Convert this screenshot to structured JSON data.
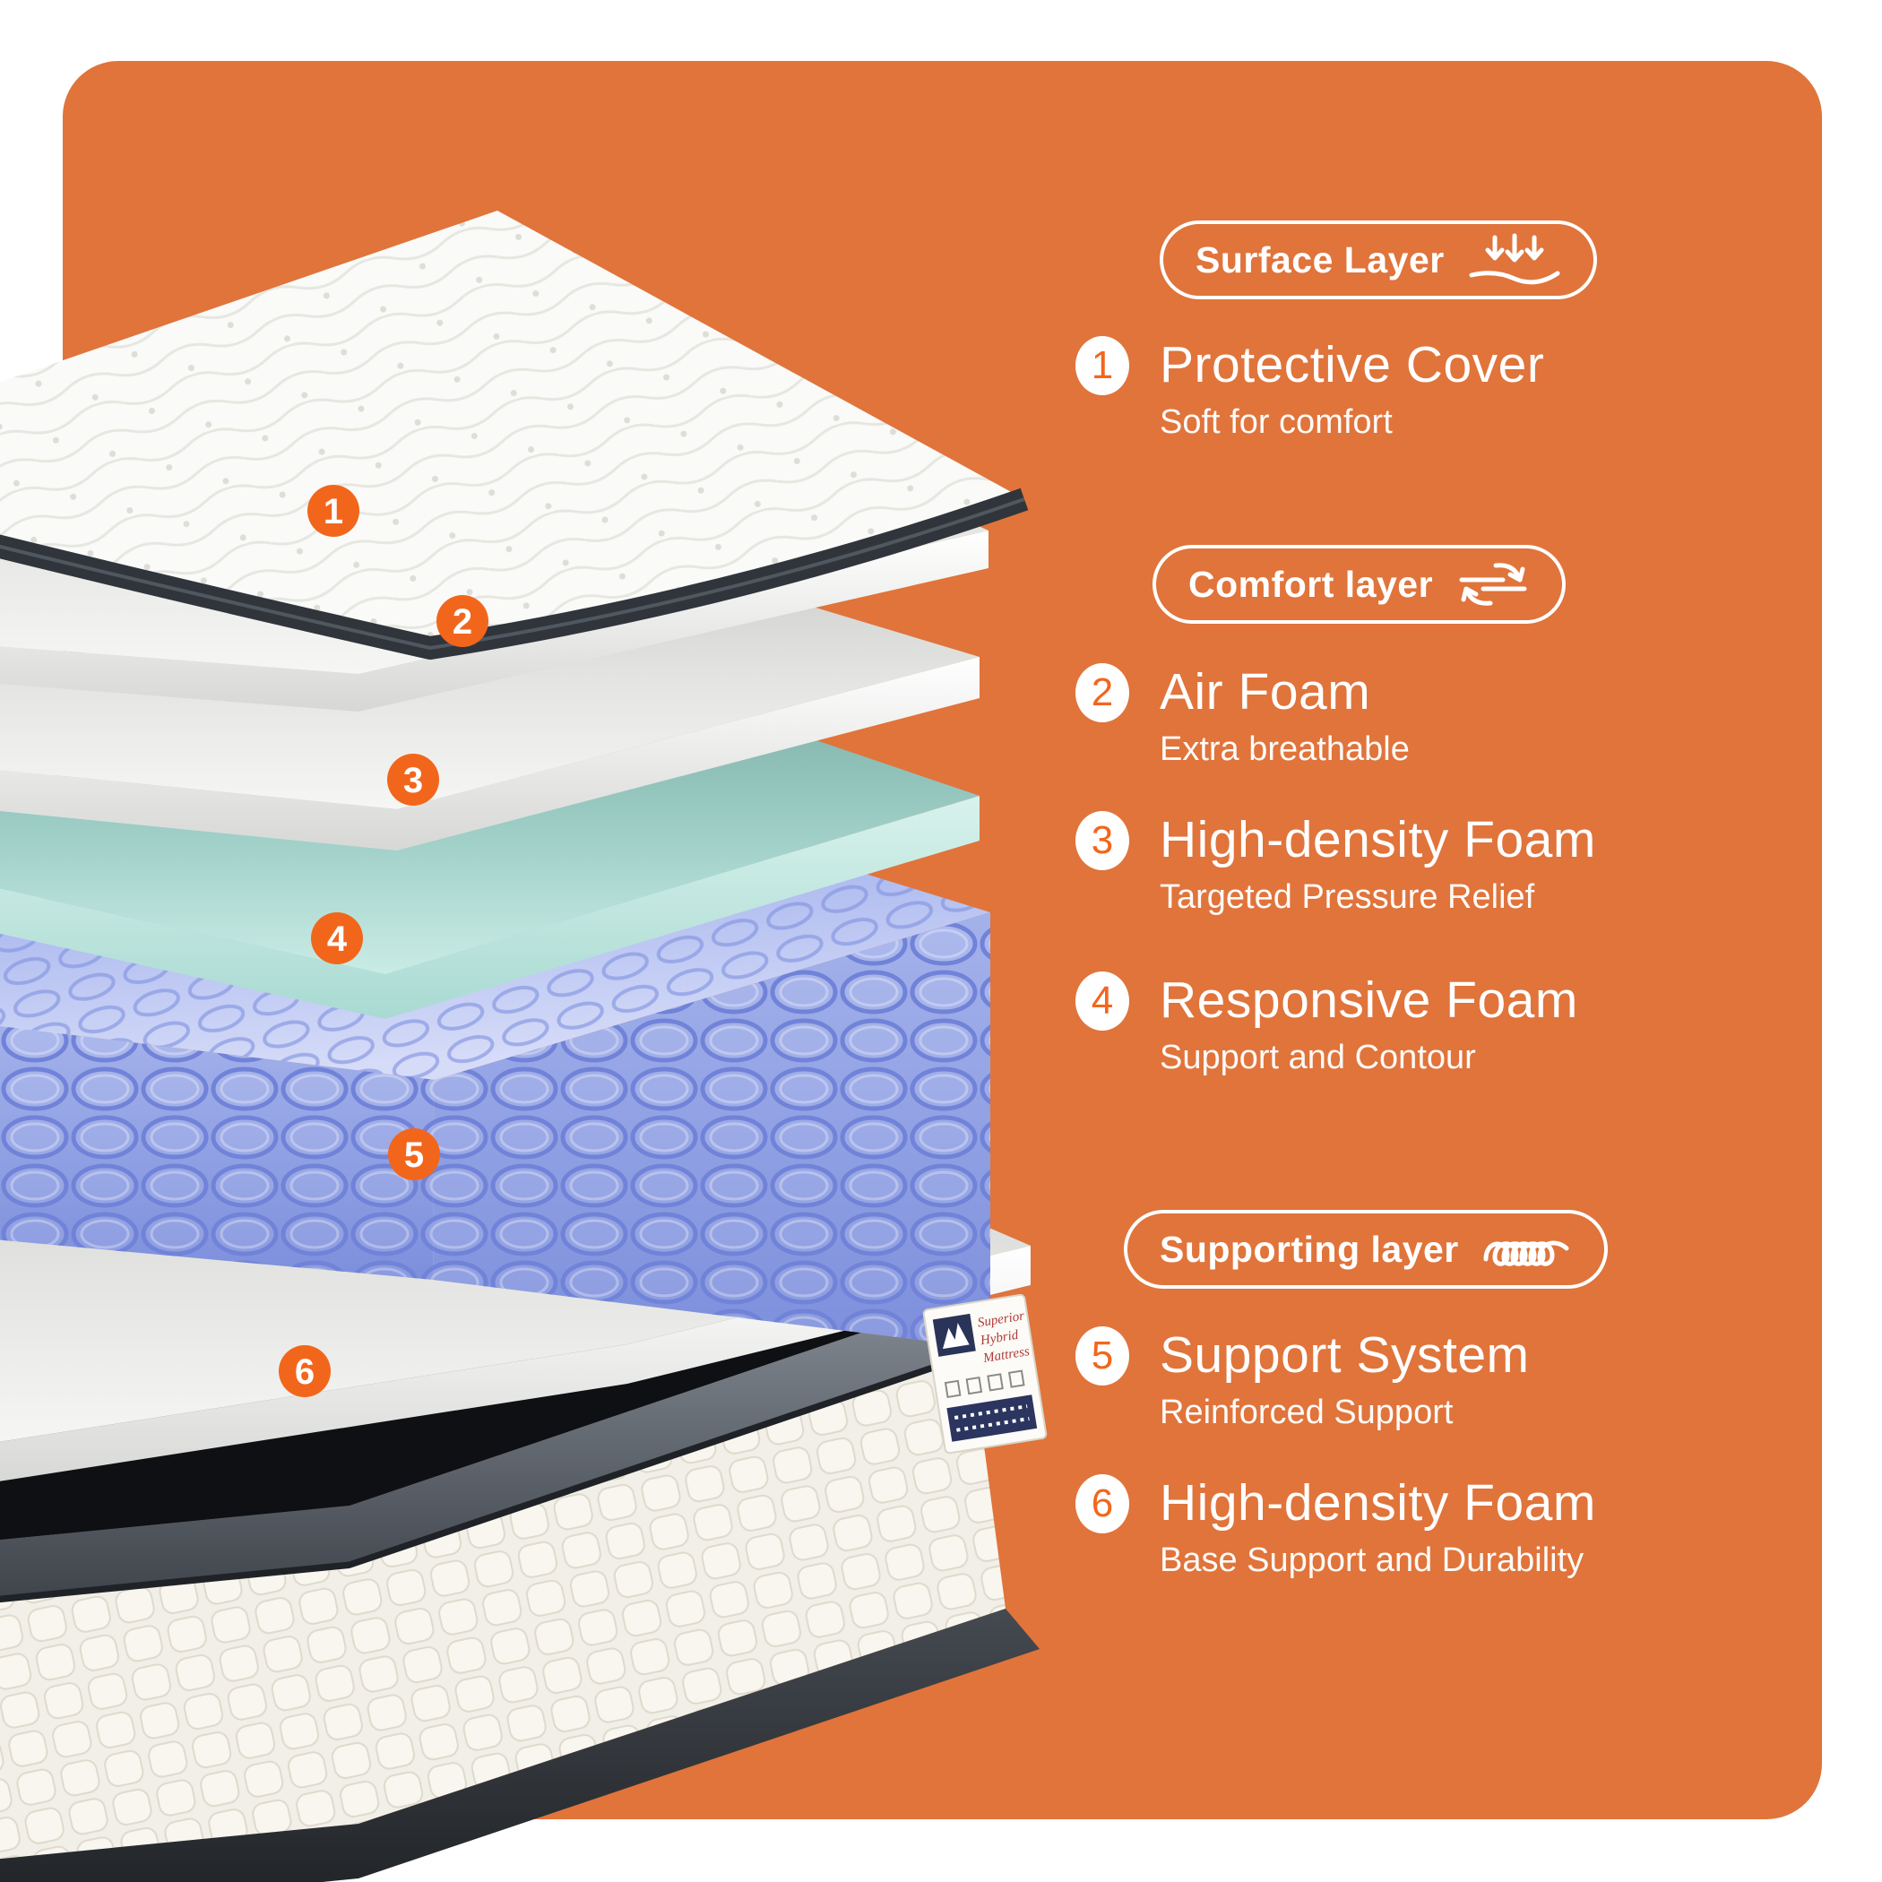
{
  "canvas": {
    "background": "#FFFFFF",
    "panel": "#E0743B"
  },
  "colors": {
    "accent_orange": "#F2661C",
    "panel_orange": "#E0743B",
    "text": "#FFFFFF"
  },
  "sections": [
    {
      "pill": {
        "label": "Surface Layer",
        "icon": "pressure-arrows-icon"
      },
      "items": [
        {
          "number": "1",
          "title": "Protective Cover",
          "subtitle": "Soft for comfort"
        }
      ]
    },
    {
      "pill": {
        "label": "Comfort layer",
        "icon": "rotate-arrows-icon"
      },
      "items": [
        {
          "number": "2",
          "title": "Air Foam",
          "subtitle": "Extra breathable"
        },
        {
          "number": "3",
          "title": "High-density Foam",
          "subtitle": "Targeted Pressure Relief"
        },
        {
          "number": "4",
          "title": "Responsive Foam",
          "subtitle": "Support and Contour"
        }
      ]
    },
    {
      "pill": {
        "label": "Supporting layer",
        "icon": "spring-coil-icon"
      },
      "items": [
        {
          "number": "5",
          "title": "Support System",
          "subtitle": "Reinforced Support"
        },
        {
          "number": "6",
          "title": "High-density Foam",
          "subtitle": "Base Support and Durability"
        }
      ]
    }
  ],
  "diagram": {
    "badges": [
      "1",
      "2",
      "3",
      "4",
      "5",
      "6"
    ],
    "tag": {
      "line1": "Superior",
      "line2": "Hybrid",
      "line3": "Mattress"
    },
    "layers": [
      {
        "number": "1",
        "name": "quilted-protective-cover",
        "color": "#FAFAF8"
      },
      {
        "number": "2",
        "name": "air-foam-slab",
        "color": "#F4F4F2"
      },
      {
        "number": "3",
        "name": "high-density-foam-slab",
        "color": "#F4F4F2"
      },
      {
        "number": "4",
        "name": "responsive-foam-slab",
        "color": "#BFE7E0"
      },
      {
        "number": "5",
        "name": "pocket-spring-support",
        "color": "#9AA9E7"
      },
      {
        "number": "6",
        "name": "base-high-density-foam-slab",
        "color": "#F4F4F2"
      }
    ]
  }
}
